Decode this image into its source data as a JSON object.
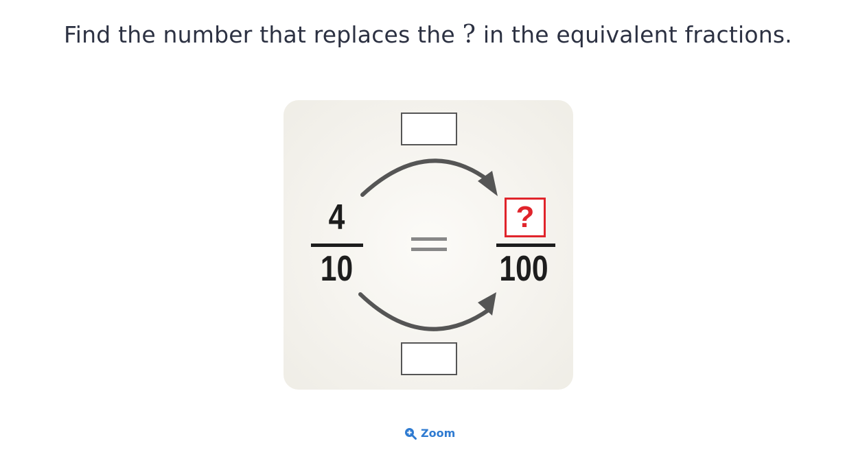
{
  "question": {
    "text_before": "Find the number that replaces the ",
    "mark": "?",
    "text_after": " in the equivalent fractions."
  },
  "figure": {
    "left_fraction": {
      "numerator": "4",
      "denominator": "10"
    },
    "right_fraction": {
      "numerator": "?",
      "denominator": "100"
    },
    "top_multiplier_box": "",
    "bottom_multiplier_box": "",
    "colors": {
      "card_background": "#f5f3ee",
      "unknown_box": "#e0242b",
      "arrows": "#555555",
      "equals_sign": "#888888"
    }
  },
  "zoom": {
    "label": "Zoom",
    "icon": "zoom-in-icon",
    "color": "#2f7bd1"
  }
}
